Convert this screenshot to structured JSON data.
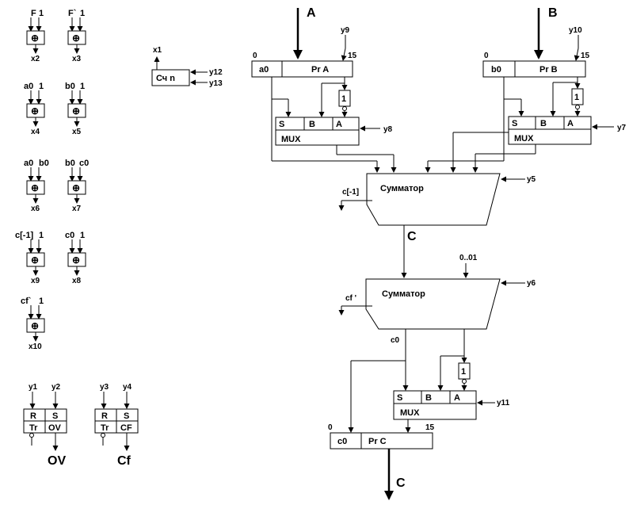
{
  "xor_gates": [
    {
      "in1": "F",
      "in2": "1",
      "out": "x2"
    },
    {
      "in1": "F`",
      "in2": "1",
      "out": "x3"
    },
    {
      "in1": "a0",
      "in2": "1",
      "out": "x4"
    },
    {
      "in1": "b0",
      "in2": "1",
      "out": "x5"
    },
    {
      "in1": "a0",
      "in2": "b0",
      "out": "x6"
    },
    {
      "in1": "b0",
      "in2": "c0",
      "out": "x7"
    },
    {
      "in1": "c[-1]",
      "in2": "1",
      "out": "x9"
    },
    {
      "in1": "c0",
      "in2": "1",
      "out": "x8"
    },
    {
      "in1": "cf`",
      "in2": "1",
      "out": "x10"
    }
  ],
  "xor_symbol": "⊕",
  "counter": {
    "label": "Сч  n",
    "out": "x1",
    "in_top": "y12",
    "in_bottom": "y13"
  },
  "trigger_ov": {
    "r": "R",
    "s": "S",
    "tr": "Tr",
    "name": "OV",
    "in_r": "y1",
    "in_s": "y2",
    "out": "OV"
  },
  "trigger_cf": {
    "r": "R",
    "s": "S",
    "tr": "Tr",
    "name": "CF",
    "in_r": "y3",
    "in_s": "y4",
    "out": "Cf"
  },
  "reg_a": {
    "input": "A",
    "bit_low": "0",
    "bit_high": "15",
    "cell": "a0",
    "name": "Pr A",
    "ctrl": "y9"
  },
  "reg_b": {
    "input": "B",
    "bit_low": "0",
    "bit_high": "15",
    "cell": "b0",
    "name": "Pr B",
    "ctrl": "y10"
  },
  "mux_a": {
    "s": "S",
    "b": "B",
    "a": "A",
    "name": "MUX",
    "ctrl": "y8",
    "const": "1"
  },
  "mux_b": {
    "s": "S",
    "b": "B",
    "a": "A",
    "name": "MUX",
    "ctrl": "y7",
    "const": "1"
  },
  "adder1": {
    "name": "Сумматор",
    "ctrl": "y5",
    "carry": "c[-1]",
    "out": "C"
  },
  "adder2": {
    "name": "Сумматор",
    "ctrl": "y6",
    "carry": "cf '",
    "const": "0..01",
    "out_bit": "c0"
  },
  "mux_c": {
    "s": "S",
    "b": "B",
    "a": "A",
    "name": "MUX",
    "ctrl": "y11",
    "const": "1"
  },
  "reg_c": {
    "bit_low": "0",
    "bit_high": "15",
    "cell": "c0",
    "name": "Pr C",
    "output": "C"
  }
}
